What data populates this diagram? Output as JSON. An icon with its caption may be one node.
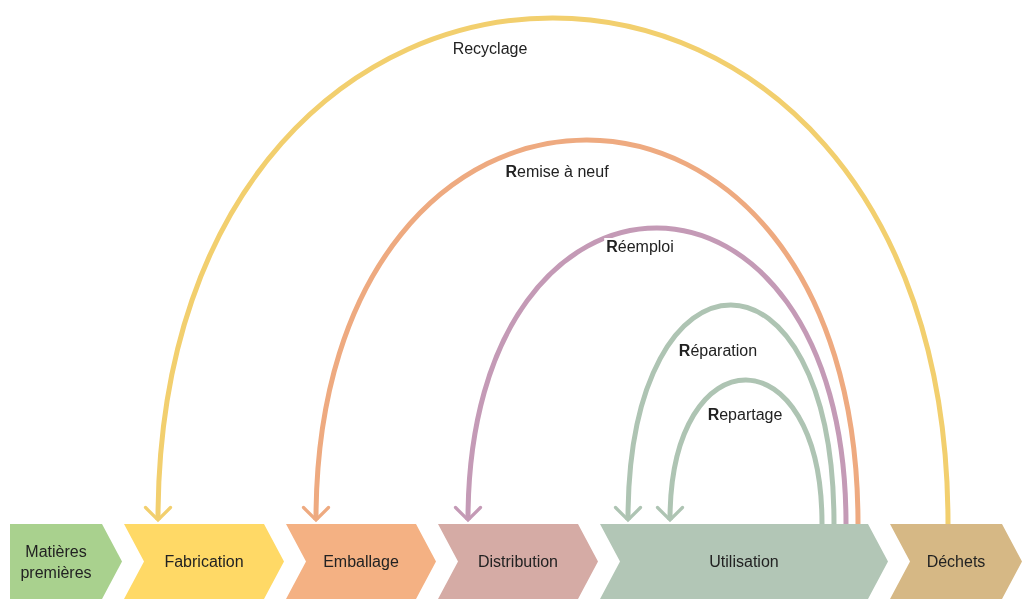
{
  "diagram": {
    "nodes": [
      {
        "text": [
          "Matières premières"
        ]
      },
      {
        "text": [
          "Fabrication"
        ]
      },
      {
        "text": [
          "Emballage"
        ]
      },
      {
        "text": [
          "Distribution"
        ]
      },
      {
        "text": [
          "Utilisation"
        ]
      },
      {
        "text": [
          "Déchets"
        ]
      }
    ],
    "edges": [
      {
        "from": 5,
        "to": 1,
        "arrow": "to",
        "label": "Recyclage",
        "color": "#f2cf6e"
      },
      {
        "from": 4,
        "to": 2,
        "arrow": "to",
        "label": "**R**emise à neuf",
        "color": "#eeaa80"
      },
      {
        "from": 4,
        "to": 3,
        "arrow": "to",
        "label": "**R**éemploi",
        "color": "#c49ab6"
      },
      {
        "from": 4,
        "to": 4,
        "arrow": "to",
        "label": "**R**éparation",
        "color": "#aec4b3"
      },
      {
        "from": 4,
        "to": 4,
        "arrow": "to",
        "label": "**R**epartage",
        "color": "#aec4b3"
      }
    ]
  }
}
